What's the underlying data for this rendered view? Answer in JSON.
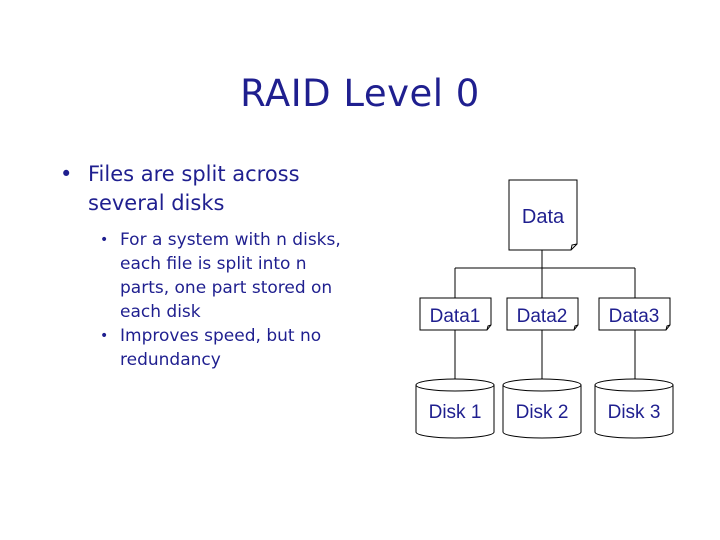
{
  "title": "RAID Level 0",
  "bullets": {
    "main": "Files are split across several disks",
    "sub": [
      "For a system with n disks, each file is split into n parts, one part stored on each disk",
      "Improves speed, but no redundancy"
    ]
  },
  "diagram": {
    "source_file": "Data",
    "parts": [
      "Data1",
      "Data2",
      "Data3"
    ],
    "disks": [
      "Disk 1",
      "Disk 2",
      "Disk 3"
    ]
  },
  "colors": {
    "text": "#1f1f8f",
    "stroke": "#000000",
    "background": "#ffffff"
  }
}
